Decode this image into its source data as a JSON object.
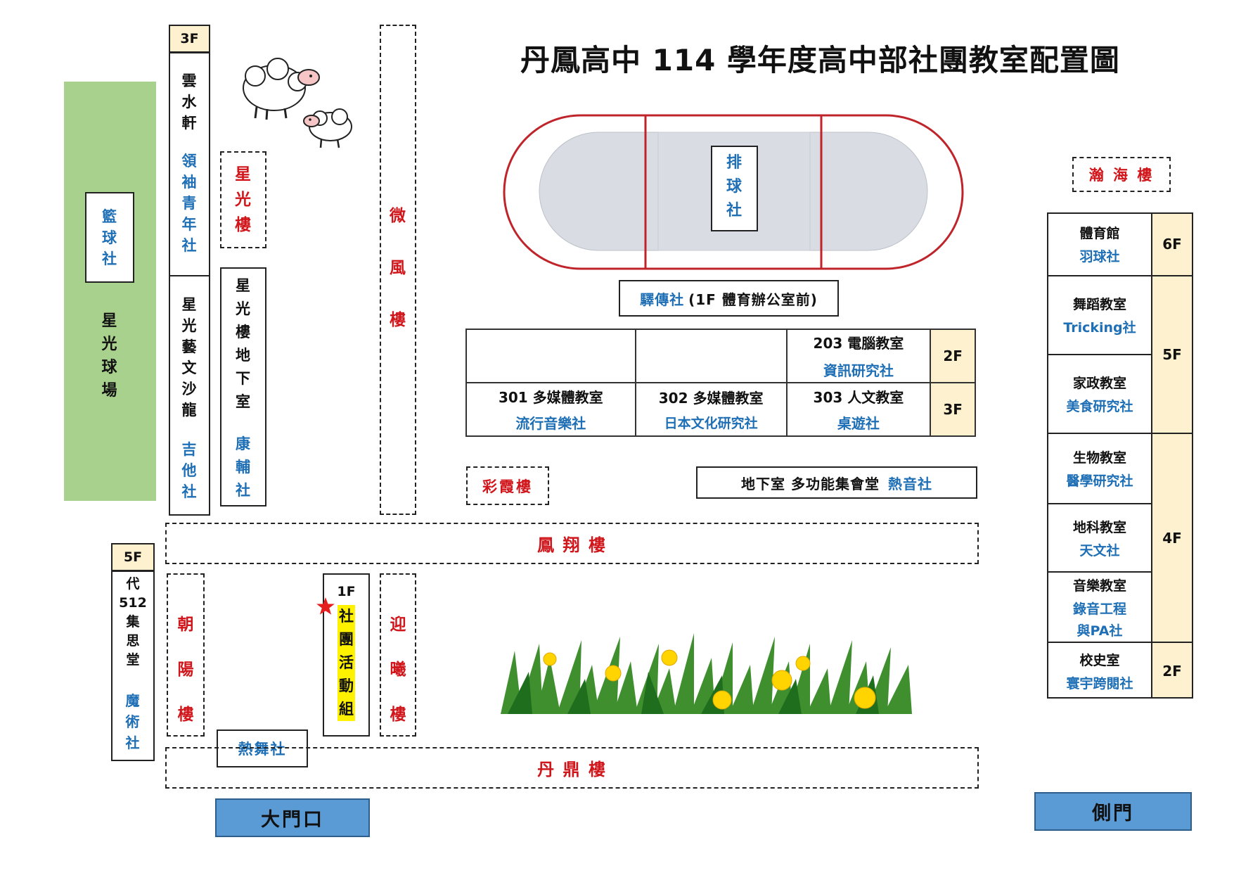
{
  "title": "丹鳳高中 114 學年度高中部社團教室配置圖",
  "legend": {
    "marker": "red-star",
    "marker_color": "#e41d1d"
  },
  "colors": {
    "club_text": "#1e6fb5",
    "building_text": "#d0161b",
    "field_green": "#a9d18e",
    "gate_blue": "#5b9bd5",
    "floor_label_bg": "#fdf1cf",
    "track_red": "#c0242b",
    "field_gray": "#d9dde3"
  },
  "ball_field": {
    "name": "星光球場",
    "club": "籃球社"
  },
  "left_column": {
    "floor": "3F",
    "room1": "雲水軒",
    "club1": "領袖青年社",
    "room2": "星光藝文沙龍",
    "club2": "吉他社"
  },
  "buildings": {
    "xingguang": "星光樓",
    "weifeng": "微風樓",
    "caixia": "彩霞樓",
    "fengxiang": "鳳 翔 樓",
    "chaoyang": "朝陽樓",
    "yingxi": "迎曦樓",
    "danding": "丹 鼎 樓",
    "hanhai": "瀚 海 樓"
  },
  "basement_box": {
    "room": "星光樓地下室",
    "club": "康輔社"
  },
  "track": {
    "club": "排球社"
  },
  "relay": {
    "club": "驛傳社",
    "note": "(1F 體育辦公室前)"
  },
  "classroom_table": {
    "row_2f": {
      "floor": "2F",
      "room": "203 電腦教室",
      "club": "資訊研究社"
    },
    "row_3f": {
      "floor": "3F",
      "cells": [
        {
          "room": "301 多媒體教室",
          "club": "流行音樂社"
        },
        {
          "room": "302 多媒體教室",
          "club": "日本文化研究社"
        },
        {
          "room": "303 人文教室",
          "club": "桌遊社"
        }
      ]
    }
  },
  "basement_hall": {
    "room": "地下室 多功能集會堂",
    "club": "熱音社"
  },
  "dai512": {
    "floor": "5F",
    "room": "代512集思堂",
    "club": "魔術社"
  },
  "activity_office": {
    "floor": "1F",
    "name": "社團活動組"
  },
  "hot_dance": "熱舞社",
  "main_gate": "大門口",
  "side_gate": "側門",
  "hanhai_rooms": [
    {
      "room": "體育館",
      "club": "羽球社"
    },
    {
      "room": "舞蹈教室",
      "club": "Tricking社"
    },
    {
      "room": "家政教室",
      "club": "美食研究社"
    },
    {
      "room": "生物教室",
      "club": "醫學研究社"
    },
    {
      "room": "地科教室",
      "club": "天文社"
    },
    {
      "room": "音樂教室",
      "club": "錄音工程與PA社"
    },
    {
      "room": "校史室",
      "club": "寰宇跨閱社"
    }
  ],
  "hanhai_floors": [
    "6F",
    "5F",
    "4F",
    "2F"
  ]
}
